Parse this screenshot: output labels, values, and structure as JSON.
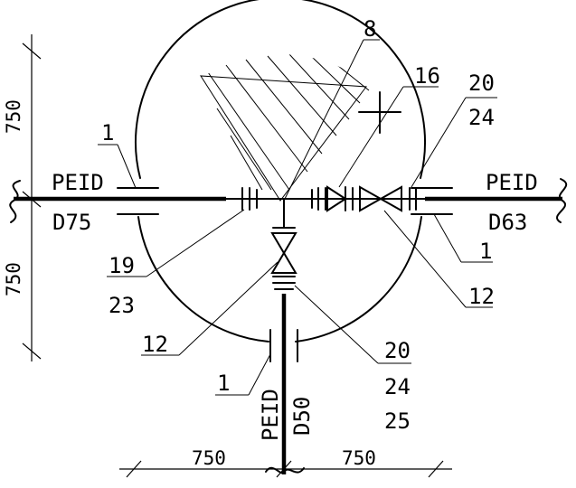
{
  "dimensions": {
    "left_upper": "750",
    "left_lower": "750",
    "bottom_left": "750",
    "bottom_right": "750"
  },
  "pipes": {
    "left": {
      "material": "PEID",
      "size": "D75"
    },
    "right": {
      "material": "PEID",
      "size": "D63"
    },
    "bottom": {
      "material": "PEID",
      "size": "D50"
    }
  },
  "callouts": {
    "c8": "8",
    "c16": "16",
    "c20_top": "20",
    "c24_top": "24",
    "c1_left": "1",
    "c1_right": "1",
    "c1_bottom": "1",
    "c19": "19",
    "c23": "23",
    "c12_left": "12",
    "c12_right": "12",
    "c20_bottom": "20",
    "c24_bottom": "24",
    "c25": "25"
  }
}
